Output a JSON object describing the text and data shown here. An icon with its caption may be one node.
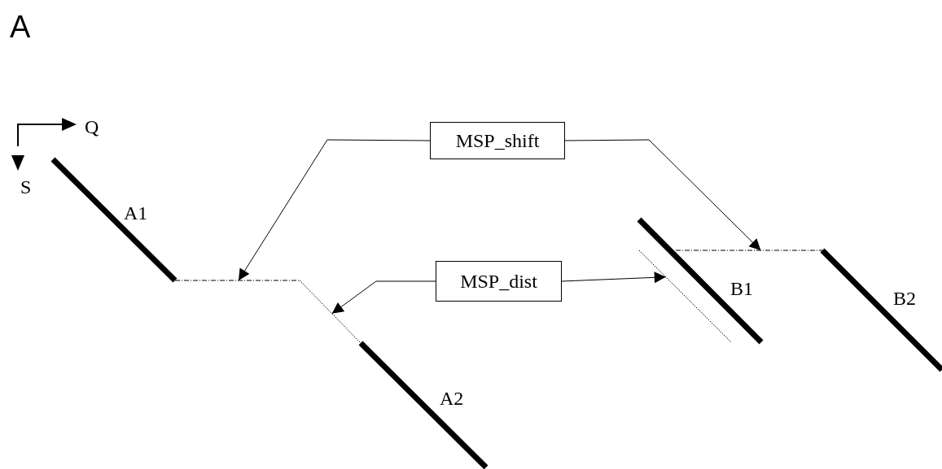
{
  "diagram": {
    "nodes": [
      {
        "text": [
          "MSP_shift"
        ]
      },
      {
        "text": [
          "MSP_dist"
        ]
      },
      {
        "text": [],
        "shape": "line"
      },
      {
        "text": [],
        "shape": "line"
      },
      {
        "text": [],
        "shape": "line"
      },
      {
        "text": [],
        "shape": "line"
      }
    ],
    "edges": [
      {
        "from": 0,
        "to": 2,
        "arrow": "to"
      },
      {
        "from": 0,
        "to": 5,
        "arrow": "to"
      },
      {
        "from": 1,
        "to": 3,
        "arrow": "to"
      },
      {
        "from": 1,
        "to": 4,
        "arrow": "to"
      }
    ],
    "labels": [
      "A",
      "Q",
      "S",
      "A1",
      "A2",
      "B1",
      "B2"
    ]
  }
}
